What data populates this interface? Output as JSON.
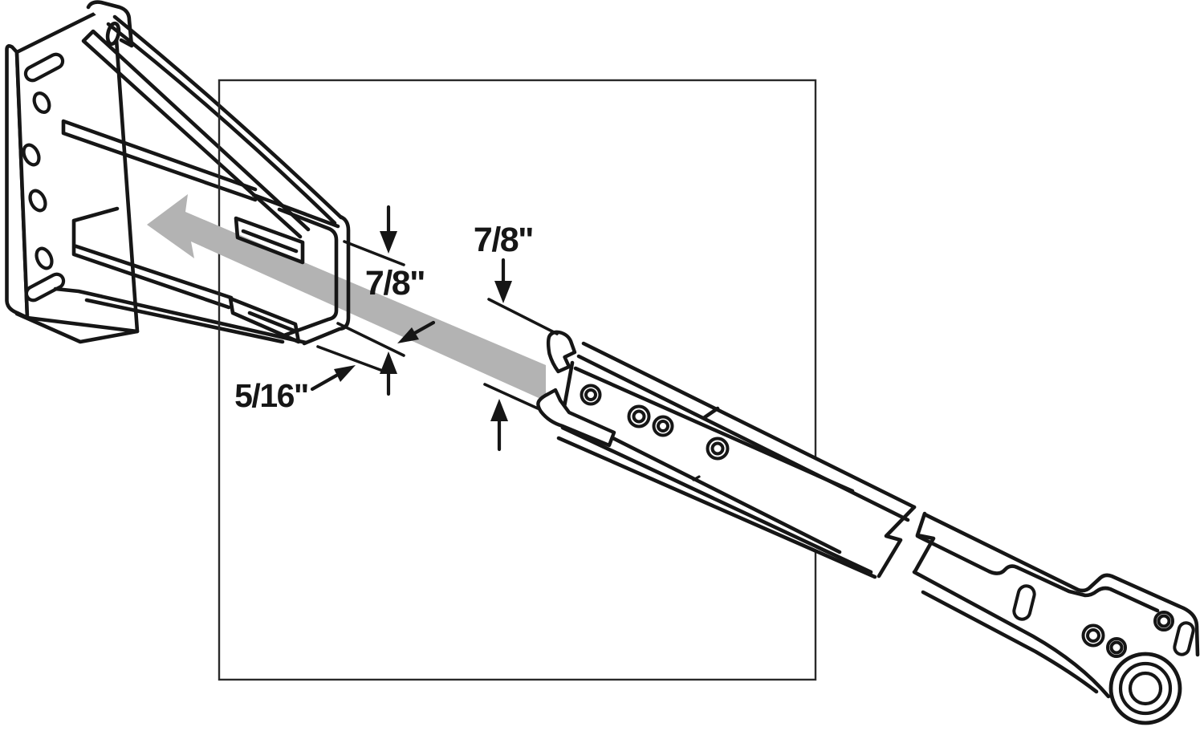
{
  "diagram": {
    "dimensions": {
      "socket_height": "7/8\"",
      "rail_height": "7/8\"",
      "lip_offset": "5/16\""
    },
    "colors": {
      "line": "#161616",
      "frame": "#2a2a2a",
      "slide_arrow_fill": "#b3b3b3",
      "background": "#ffffff"
    }
  }
}
